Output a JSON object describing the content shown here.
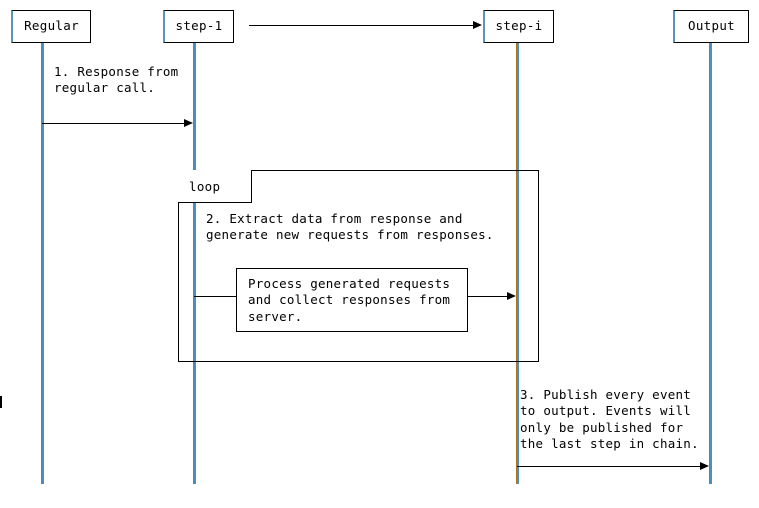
{
  "diagram": {
    "title": "Chained step sequence diagram",
    "type": "uml-sequence-diagram",
    "colors": {
      "background": "#ffffff",
      "stroke": "#000000",
      "lifeline_left": "#a9751c",
      "lifeline_right": "#4d90c0",
      "box_accent": "#5b93bd"
    }
  },
  "participants": [
    {
      "id": "regular",
      "label": "Regular"
    },
    {
      "id": "step-1",
      "label": "step-1"
    },
    {
      "id": "step-i",
      "label": "step-i"
    },
    {
      "id": "output",
      "label": "Output"
    }
  ],
  "header_arrow": {
    "name": "chain-continuation-arrow",
    "from": "step-1",
    "to": "step-i",
    "label": ""
  },
  "messages": [
    {
      "id": "msg-1",
      "number": "1.",
      "from": "regular",
      "to": "step-1",
      "text": "1. Response from\nregular call.",
      "style": "plain"
    },
    {
      "id": "msg-2",
      "number": "2.",
      "from": "step-1",
      "to": "step-1",
      "text": "2. Extract data from response and\ngenerate new requests from responses.",
      "style": "plain"
    },
    {
      "id": "msg-3",
      "number": "",
      "from": "step-1",
      "to": "step-i",
      "text": "Process generated requests\nand collect responses from\nserver.",
      "style": "boxed"
    },
    {
      "id": "msg-4",
      "number": "3.",
      "from": "step-i",
      "to": "output",
      "text": "3. Publish every event\nto output. Events will\nonly be published for\nthe last step in chain.",
      "style": "plain"
    }
  ],
  "fragments": [
    {
      "id": "loop-fragment",
      "operator": "loop",
      "guard": "",
      "covers": [
        "step-1",
        "step-i"
      ]
    }
  ]
}
